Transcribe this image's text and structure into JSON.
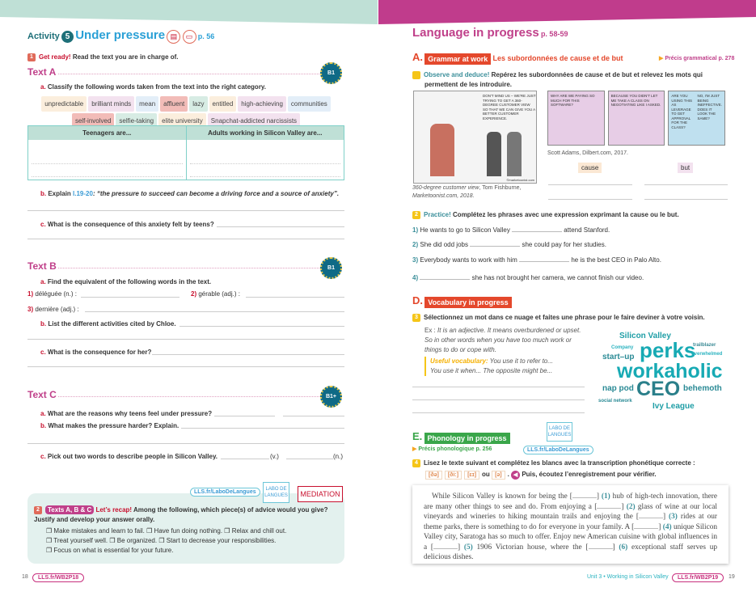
{
  "left": {
    "activity_word": "Activity",
    "activity_num": "5",
    "title": "Under pressure",
    "page_ref": "p. 56",
    "q1": {
      "num": "1",
      "lead": "Get ready!",
      "text": "Read the text you are in charge of."
    },
    "textA": {
      "title": "Text A",
      "level": "B1",
      "a": "Classify the following words taken from the text into the right category.",
      "words": [
        "unpredictable",
        "brilliant minds",
        "mean",
        "affluent",
        "lazy",
        "entitled",
        "high-achieving",
        "communities",
        "self-involved",
        "selfie-taking",
        "elite university",
        "Snapchat-addicted narcissists"
      ],
      "table_headers": [
        "Teenagers are...",
        "Adults working in Silicon Valley are..."
      ],
      "b_pre": "Explain ",
      "b_ref": "l.19-20",
      "b_quote": ": “the pressure to succeed can become a driving force and a source of anxiety”.",
      "c": "What is the consequence of this anxiety felt by teens?"
    },
    "textB": {
      "title": "Text B",
      "level": "B1",
      "a": "Find the equivalent of the following words in the text.",
      "items": [
        {
          "n": "1)",
          "t": "déléguée (n.) :"
        },
        {
          "n": "2)",
          "t": "gérable (adj.) :"
        },
        {
          "n": "3)",
          "t": "dernière (adj.) :"
        }
      ],
      "b": "List the different activities cited by Chloe.",
      "c": "What is the consequence for her?"
    },
    "textC": {
      "title": "Text C",
      "level": "B1+",
      "a": "What are the reasons why teens feel under pressure?",
      "b": "What makes the pressure harder? Explain.",
      "c": "Pick out two words to describe people in Silicon Valley.",
      "v": "(v.)",
      "n": "(n.)"
    },
    "recap": {
      "link": "LLS.fr/LaboDeLangues",
      "labo": "LABO DE LANGUES",
      "mediation": "MEDIATION",
      "num": "2",
      "tag": "Texts A, B & C",
      "lead": "Let’s recap!",
      "text": "Among the following, which piece(s) of advice would you give? Justify and develop your answer orally.",
      "options": [
        "Make mistakes and learn to fail.",
        "Have fun doing nothing.",
        "Relax and chill out.",
        "Treat yourself well.",
        "Be organized.",
        "Start to decrease your responsibilities.",
        "Focus on what is essential for your future."
      ]
    },
    "footer": {
      "page": "18",
      "link": "LLS.fr/WB2P18"
    }
  },
  "right": {
    "title": "Language in progress",
    "page_ref": "p. 58-59",
    "A": {
      "letter": "A.",
      "tag": "Grammar at work",
      "title": "Les subordonnées de cause et de but",
      "ref": "Précis grammatical p. 278"
    },
    "q1": {
      "num": "1",
      "lead": "Observe and deduce!",
      "text": "Repérez les subordonnées de cause et de but et relevez les mots qui permettent de les introduire."
    },
    "cartoon1": {
      "bubble": "DON'T MIND US – WE'RE JUST TRYING TO GET A 360-DEGREE CUSTOMER VIEW SO THAT WE CAN GIVE YOU A BETTER CUSTOMER EXPERIENCE.",
      "credit": "©marketoonist.com",
      "caption_title": "360-degree customer view",
      "caption_rest": ", Tom Fishburne,",
      "caption_site": "Marketoonist.com, 2018."
    },
    "cartoon2": {
      "panels": [
        "WHY ARE WE PAYING SO MUCH FOR THIS SOFTWARE?",
        "BECAUSE YOU DIDN'T LET ME TAKE A CLASS ON NEGOTIATING LIKE I ASKED.",
        "ARE YOU USING THIS AS LEVERAGE TO GET APPROVAL FOR THE CLASS?",
        "NO, I'M JUST BEING INEFFECTIVE. DOES IT LOOK THE SAME?"
      ],
      "caption": "Scott Adams, Dilbert.com, 2017."
    },
    "cause": "cause",
    "but": "but",
    "q2": {
      "num": "2",
      "lead": "Practice!",
      "text": "Complétez les phrases avec une expression exprimant la cause ou le but.",
      "items": [
        {
          "n": "1)",
          "pre": "He wants to go to Silicon Valley",
          "post": "attend Stanford."
        },
        {
          "n": "2)",
          "pre": "She did odd jobs",
          "post": "she could pay for her studies."
        },
        {
          "n": "3)",
          "pre": "Everybody wants to work with him",
          "post": "he is the best CEO in Palo Alto."
        },
        {
          "n": "4)",
          "pre": "",
          "post": "she has not brought her camera, we cannot finish our video."
        }
      ]
    },
    "D": {
      "letter": "D.",
      "tag": "Vocabulary in progress"
    },
    "q3": {
      "num": "3",
      "text": "Sélectionnez un mot dans ce nuage et faites une phrase pour le faire deviner à votre voisin.",
      "ex_label": "Ex : ",
      "ex": "It is an adjective. It means overburdened or upset. So in other words when you have too much work or things to do or cope with.",
      "useful_label": "Useful vocabulary:",
      "useful1": " You use it to refer to...",
      "useful2": "You use it when... The opposite might be...",
      "cloud": [
        "Silicon Valley",
        "Company",
        "trailblazer",
        "perks",
        "start–up",
        "overwhelmed",
        "workaholic",
        "nap pod",
        "CEO",
        "behemoth",
        "social network",
        "Ivy League"
      ]
    },
    "E": {
      "letter": "E.",
      "tag": "Phonology in progress",
      "ref": "Précis phonologique p. 256",
      "link": "LLS.fr/LaboDeLangues",
      "labo": "LABO DE LANGUES"
    },
    "q4": {
      "num": "4",
      "text": "Lisez le texte suivant et complétez les blancs avec la transcription phonétique correcte :",
      "phon": [
        "[ðə]",
        "[ðiː]",
        "[ɛɪ]",
        "[ə]"
      ],
      "ou": "ou",
      "listen": "Puis, écoutez l’enregistrement pour vérifier.",
      "passage": [
        {
          "pre": "While Silicon Valley is known for being the ",
          "n": "(1)"
        },
        {
          "pre": " hub of high-tech innovation, there are many other things to see and do. From enjoying a ",
          "n": "(2)"
        },
        {
          "pre": " glass of wine at our local vineyards and wineries to hiking mountain trails and enjoying the ",
          "n": "(3)"
        },
        {
          "pre": " rides at our theme parks, there is something to do for everyone in your family. A ",
          "n": "(4)"
        },
        {
          "pre": " unique Silicon Valley city, Saratoga has so much to offer. Enjoy new American cuisine with global influences in a ",
          "n": "(5)"
        },
        {
          "pre": " 1906 Victorian house, where the ",
          "n": "(6)"
        }
      ],
      "passage_end": " exceptional staff serves up delicious dishes."
    },
    "footer": {
      "unit": "Unit 3 • Working in Silicon Valley",
      "link": "LLS.fr/WB2P19",
      "page": "19"
    }
  },
  "colors": {
    "teal_band": "#bfe0d6",
    "magenta_band": "#c03c8c",
    "accent_orange": "#e4482c",
    "green": "#3aa64a"
  }
}
